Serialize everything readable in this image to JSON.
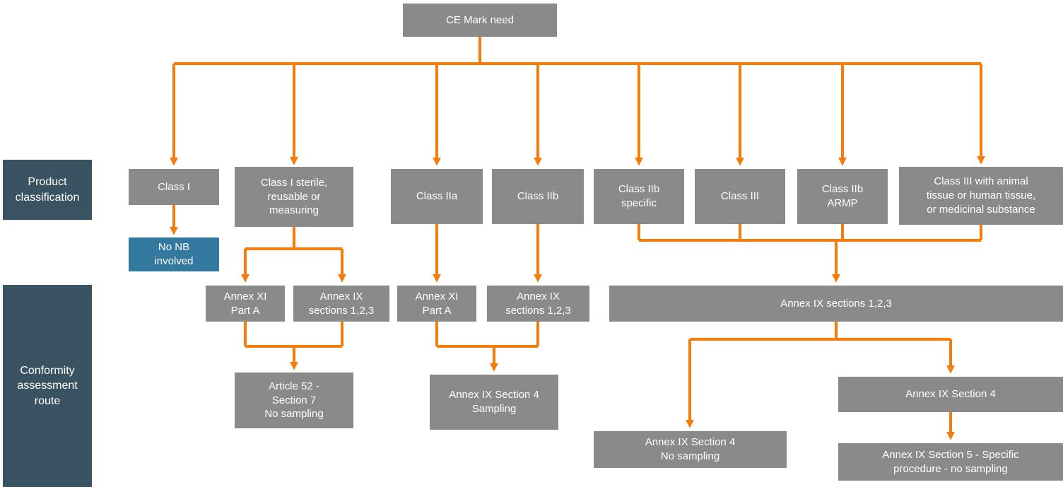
{
  "colors": {
    "box_gray": "#8A8A8A",
    "box_dark": "#3A5362",
    "box_blue": "#33789E",
    "arrow_orange": "#F87C0C",
    "text": "#FFFFFF",
    "background": "#FFFFFF"
  },
  "side_labels": {
    "product": "Product\nclassification",
    "conformity": "Conformity\nassessment\nroute"
  },
  "nodes": {
    "ce_mark": {
      "label": "CE Mark need"
    },
    "class_i": {
      "label": "Class I"
    },
    "class_i_sterile": {
      "label": "Class I sterile,\nreusable or\nmeasuring"
    },
    "class_iia": {
      "label": "Class IIa"
    },
    "class_iib": {
      "label": "Class IIb"
    },
    "class_iib_specific": {
      "label": "Class IIb\nspecific"
    },
    "class_iii": {
      "label": "Class III"
    },
    "class_iib_armp": {
      "label": "Class IIb\nARMP"
    },
    "class_iii_tissue": {
      "label": "Class III with animal\ntissue or human tissue,\nor medicinal substance"
    },
    "no_nb": {
      "label": "No NB\ninvolved"
    },
    "annex_xi_part_a_1": {
      "label": "Annex XI\nPart A"
    },
    "annex_ix_123_1": {
      "label": "Annex IX\nsections 1,2,3"
    },
    "annex_xi_part_a_2": {
      "label": "Annex XI\nPart A"
    },
    "annex_ix_123_2": {
      "label": "Annex IX\nsections 1,2,3"
    },
    "annex_ix_123_wide": {
      "label": "Annex IX sections 1,2,3"
    },
    "article_52": {
      "label": "Article 52 -\nSection 7\nNo sampling"
    },
    "annex_ix_s4_sampling": {
      "label": "Annex IX Section 4\nSampling"
    },
    "annex_ix_s4_no_sampling": {
      "label": "Annex IX Section 4\nNo sampling"
    },
    "annex_ix_s4": {
      "label": "Annex IX Section 4"
    },
    "annex_ix_s5": {
      "label": "Annex IX Section 5 - Specific\nprocedure - no sampling"
    }
  }
}
